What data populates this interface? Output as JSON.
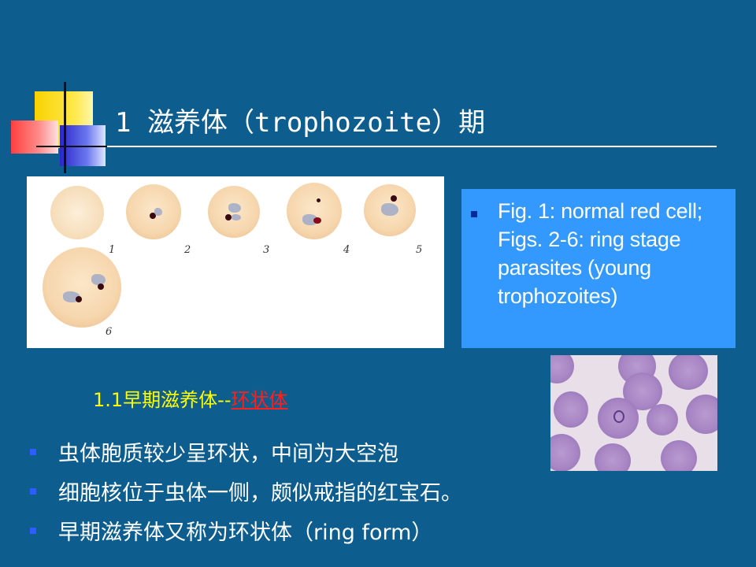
{
  "slide": {
    "title": "1 滋养体（trophozoite）期",
    "figure": {
      "labels": [
        "1",
        "2",
        "3",
        "4",
        "5",
        "6"
      ]
    },
    "caption": "Fig. 1: normal red cell; Figs. 2-6: ring stage parasites (young trophozoites)",
    "subheading": {
      "prefix": "1.1早期滋养体--",
      "highlight": "环状体"
    },
    "bullets": [
      "虫体胞质较少呈环状，中间为大空泡",
      "细胞核位于虫体一侧，颇似戒指的红宝石。",
      "早期滋养体又称为环状体（ring form）"
    ],
    "colors": {
      "background": "#0d5d8e",
      "caption_box": "#3399ff",
      "subheading": "#ffff00",
      "highlight": "#ff2020"
    }
  }
}
